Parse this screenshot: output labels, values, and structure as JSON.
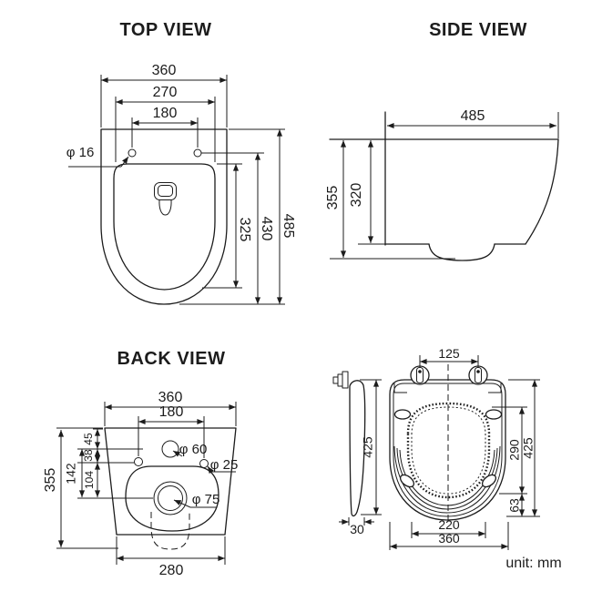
{
  "unit_note": "unit: mm",
  "top_view": {
    "title": "TOP VIEW",
    "width_overall": "360",
    "width_seat": "270",
    "width_holes": "180",
    "hole_diameter": "φ 16",
    "depth_seat": "325",
    "depth_bowl": "430",
    "depth_overall": "485"
  },
  "side_view": {
    "title": "SIDE VIEW",
    "depth_overall": "485",
    "height_overall": "355",
    "height_body": "320"
  },
  "back_view": {
    "title": "BACK VIEW",
    "width_overall": "360",
    "width_holes": "180",
    "height_overall": "355",
    "height_center": "142",
    "offset_top": "45",
    "offset_mid": "38",
    "offset_low": "104",
    "supply_hole": "φ 60",
    "fixing_hole": "φ 25",
    "waste_hole": "φ 75",
    "width_bottom": "280"
  },
  "seat_view": {
    "hinge_spacing": "125",
    "height_side": "425",
    "thickness": "30",
    "opening_length": "290",
    "length_overall": "425",
    "offset_bottom": "63",
    "width_inner": "220",
    "width_overall": "360"
  }
}
